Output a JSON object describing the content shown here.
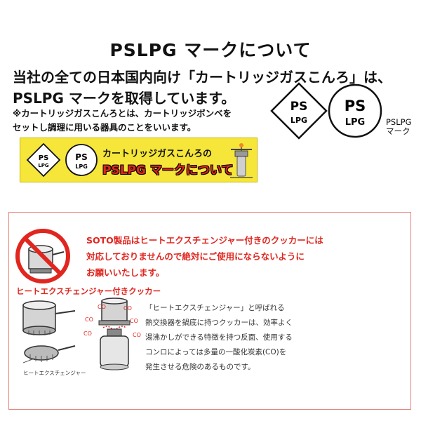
{
  "title": "PSLPG マークについて",
  "lead": {
    "line1": "当社の全ての日本国内向け「カートリッジガスこんろ」は、",
    "line2": "PSLPG マークを取得しています。"
  },
  "note": {
    "line1": "※カートリッジガスこんろとは、カートリッジボンベを",
    "line2": "セットし調理に用いる器具のことをいいます。"
  },
  "marks": {
    "ps": "PS",
    "lpg": "LPG",
    "caption_line1": "PSLPG",
    "caption_line2": "マーク"
  },
  "banner": {
    "line1": "カートリッジガスこんろの",
    "line2": "PSLPG マークについて"
  },
  "warning": {
    "line1": "SOTO製品はヒートエクスチェンジャー付きのクッカーには",
    "line2": "対応しておりませんので絶対にご使用にならないように",
    "line3": "お願いいたします。"
  },
  "cooker": {
    "title": "ヒートエクスチェンジャー付きクッカー",
    "exchanger_label": "ヒートエクスチェンジャー",
    "co": "CO"
  },
  "description": {
    "line1": "「ヒートエクスチェンジャー」と呼ばれる",
    "line2": "熱交換器を鍋底に持つクッカーは、効率よく",
    "line3": "湯沸かしができる特徴を持つ反面、使用する",
    "line4": "コンロによっては多量の一酸化炭素(CO)を",
    "line5": "発生させる危険のあるものです。"
  },
  "colors": {
    "warning_red": "#e0261f",
    "banner_yellow": "#f6e63a",
    "box_border": "#e8857c"
  }
}
